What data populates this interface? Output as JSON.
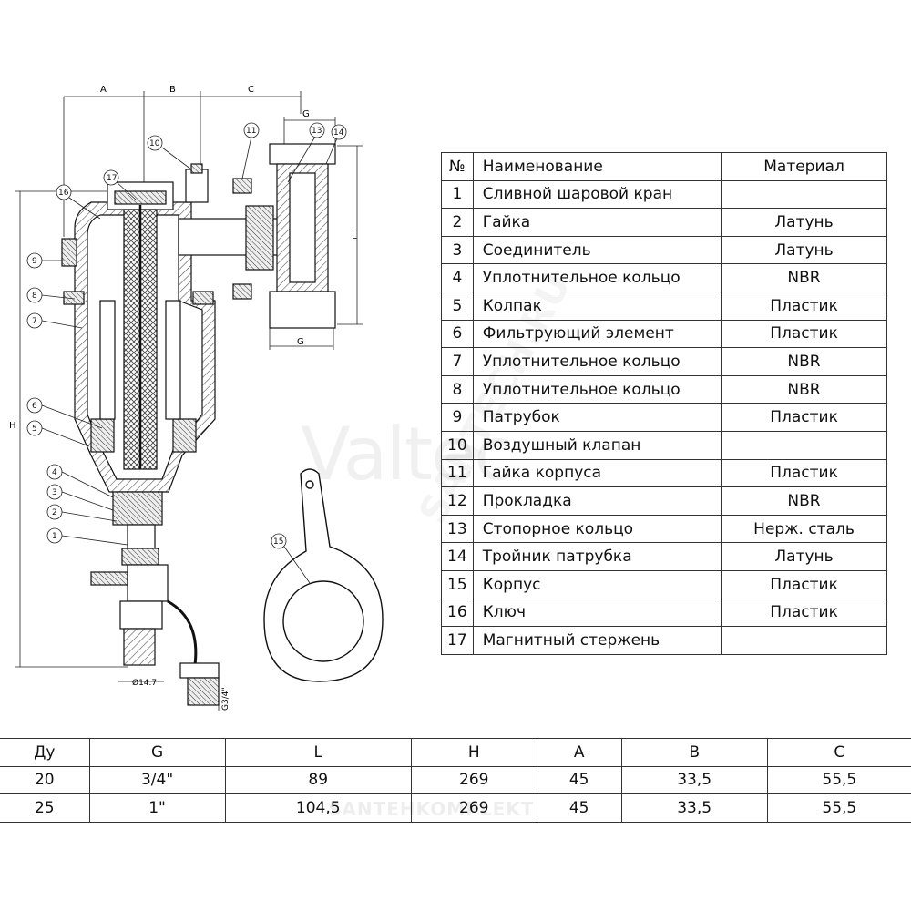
{
  "drawing": {
    "dim_labels": {
      "a": "A",
      "b": "B",
      "c": "C",
      "g_top": "G",
      "g_bottom": "G",
      "h": "H",
      "l": "L",
      "d": "Ø14.7",
      "thread": "G3/4\""
    },
    "callouts": [
      "1",
      "2",
      "3",
      "4",
      "5",
      "6",
      "7",
      "8",
      "9",
      "10",
      "11",
      "13",
      "14",
      "15",
      "16",
      "17"
    ]
  },
  "watermarks": {
    "brand": "Valtec",
    "site": "SANTEHKOMPLEKT",
    "diag": "SANTECH.RU"
  },
  "parts_table": {
    "headers": {
      "num": "№",
      "name": "Наименование",
      "material": "Материал"
    },
    "rows": [
      {
        "num": "1",
        "name": "Сливной шаровой кран",
        "material": ""
      },
      {
        "num": "2",
        "name": "Гайка",
        "material": "Латунь"
      },
      {
        "num": "3",
        "name": "Соединитель",
        "material": "Латунь"
      },
      {
        "num": "4",
        "name": "Уплотнительное кольцо",
        "material": "NBR"
      },
      {
        "num": "5",
        "name": "Колпак",
        "material": "Пластик"
      },
      {
        "num": "6",
        "name": "Фильтрующий элемент",
        "material": "Пластик"
      },
      {
        "num": "7",
        "name": "Уплотнительное кольцо",
        "material": "NBR"
      },
      {
        "num": "8",
        "name": "Уплотнительное кольцо",
        "material": "NBR"
      },
      {
        "num": "9",
        "name": "Патрубок",
        "material": "Пластик"
      },
      {
        "num": "10",
        "name": "Воздушный клапан",
        "material": ""
      },
      {
        "num": "11",
        "name": "Гайка корпуса",
        "material": "Пластик"
      },
      {
        "num": "12",
        "name": "Прокладка",
        "material": "NBR"
      },
      {
        "num": "13",
        "name": "Стопорное кольцо",
        "material": "Нерж. сталь"
      },
      {
        "num": "14",
        "name": "Тройник патрубка",
        "material": "Латунь"
      },
      {
        "num": "15",
        "name": "Корпус",
        "material": "Пластик"
      },
      {
        "num": "16",
        "name": "Ключ",
        "material": "Пластик"
      },
      {
        "num": "17",
        "name": "Магнитный стержень",
        "material": ""
      }
    ]
  },
  "dims_table": {
    "headers": [
      "Ду",
      "G",
      "L",
      "H",
      "A",
      "B",
      "C"
    ],
    "rows": [
      [
        "20",
        "3/4\"",
        "89",
        "269",
        "45",
        "33,5",
        "55,5"
      ],
      [
        "25",
        "1\"",
        "104,5",
        "269",
        "45",
        "33,5",
        "55,5"
      ]
    ]
  }
}
